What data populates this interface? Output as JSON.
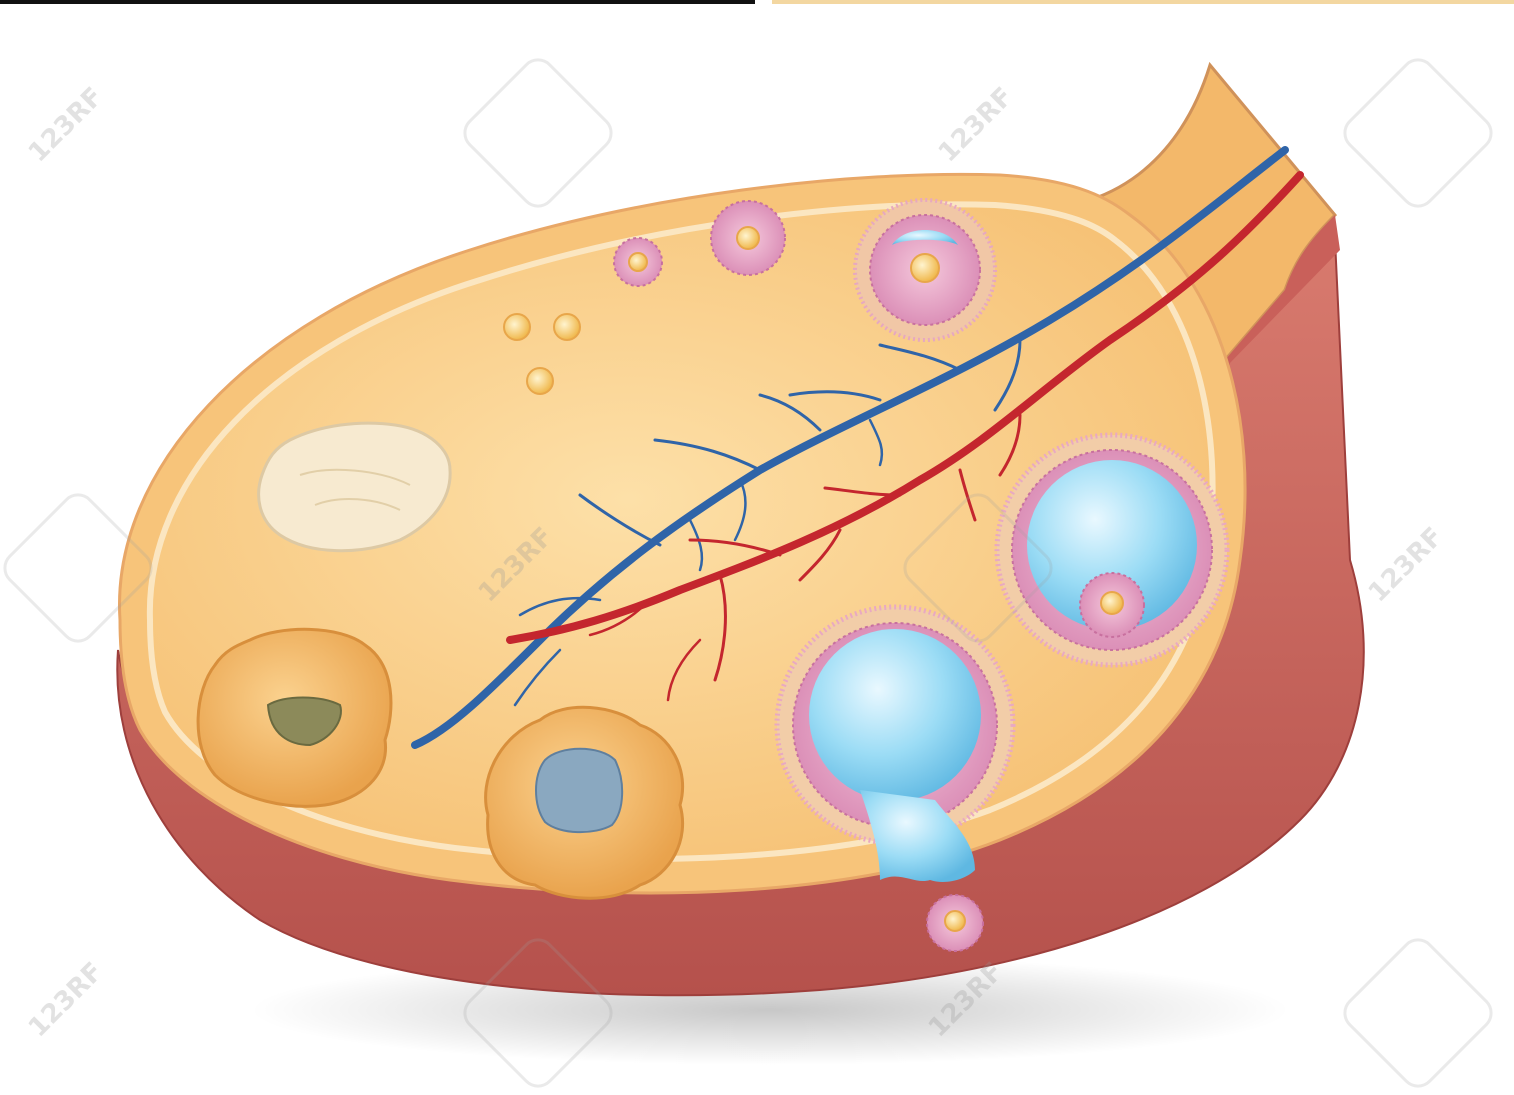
{
  "watermark": {
    "text": "123RF",
    "color": "#b4b4b4"
  },
  "colors": {
    "ovary_fill": "#f6c47d",
    "ovary_inner": "#fad38e",
    "cortex_rim": "#fbe3b8",
    "outer_wall": "#c9605a",
    "vein": "#2f64a8",
    "artery": "#c4262e",
    "follicle_pink": "#e7a5c6",
    "antrum_blue": "#8fd6f2",
    "corpus_luteum": "#f3b563",
    "corpus_albicans": "#f5e6c8"
  },
  "diagram": {
    "subject": "ovary cross-section",
    "structures": [
      "primordial-follicles",
      "primary-follicle",
      "secondary-follicle",
      "early-antral-follicle",
      "graafian-follicle",
      "ovulation",
      "released-oocyte",
      "corpus-luteum",
      "degenerating-corpus-luteum",
      "corpus-albicans",
      "ovarian-vein",
      "ovarian-artery"
    ]
  }
}
